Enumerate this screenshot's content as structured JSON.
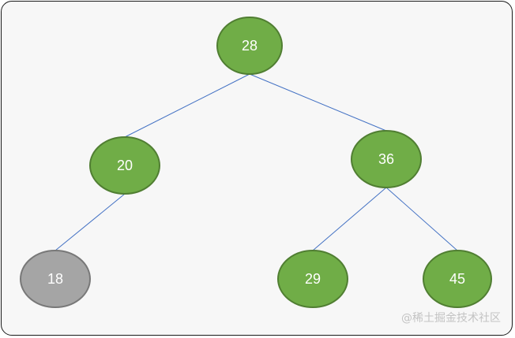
{
  "diagram": {
    "colors": {
      "edge": "#4472c4",
      "node_fill": "#70ad47",
      "node_stroke": "#507e32",
      "highlight_fill": "#a5a5a5",
      "highlight_stroke": "#787878"
    },
    "nodes": [
      {
        "id": "n28",
        "label": "28",
        "highlight": false
      },
      {
        "id": "n20",
        "label": "20",
        "highlight": false
      },
      {
        "id": "n36",
        "label": "36",
        "highlight": false
      },
      {
        "id": "n18",
        "label": "18",
        "highlight": true
      },
      {
        "id": "n29",
        "label": "29",
        "highlight": false
      },
      {
        "id": "n45",
        "label": "45",
        "highlight": false
      }
    ],
    "edges": [
      [
        "n28",
        "n20"
      ],
      [
        "n28",
        "n36"
      ],
      [
        "n20",
        "n18"
      ],
      [
        "n36",
        "n29"
      ],
      [
        "n36",
        "n45"
      ]
    ]
  },
  "watermark": "@稀土掘金技术社区"
}
